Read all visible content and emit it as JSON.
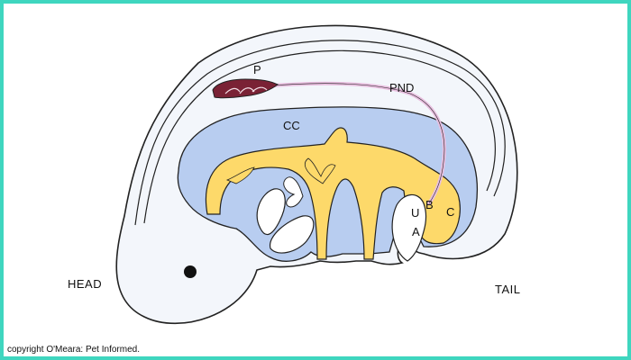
{
  "labels": {
    "p": "P",
    "pnd": "PND",
    "cc": "CC",
    "u": "U",
    "b": "B",
    "c": "C",
    "a": "A",
    "head": "HEAD",
    "tail": "TAIL"
  },
  "copyright": "copyright O'Meara: Pet Informed.",
  "colors": {
    "frame": "#3fd6bf",
    "embryo_fill": "#f3f6fb",
    "coelom_blue": "#b8cdf0",
    "endoderm_yellow": "#fdd96a",
    "pronephros": "#7a2235",
    "duct": "#e9bfe0",
    "outline": "#222222"
  }
}
